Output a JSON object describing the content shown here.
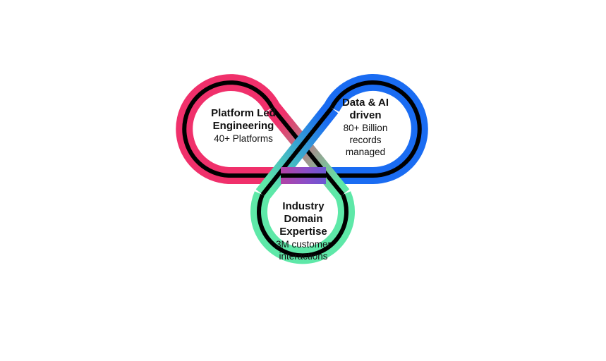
{
  "diagram": {
    "lobes": [
      {
        "key": "platform",
        "title": "Platform Led\nEngineering",
        "subtitle": "40+ Platforms",
        "color": "#f0306b"
      },
      {
        "key": "data",
        "title": "Data & AI\ndriven",
        "subtitle": "80+ Billion\nrecords\nmanaged",
        "color": "#1a6cf2"
      },
      {
        "key": "industry",
        "title": "Industry\nDomain\nExpertise",
        "subtitle": "3M customer\ninteractions",
        "color": "#5ee8a8"
      }
    ],
    "colors": {
      "pink": "#f0306b",
      "blue": "#1a6cf2",
      "green": "#5ee8a8",
      "purple": "#8a4ec8",
      "inner_line": "#000000",
      "background": "#ffffff"
    }
  }
}
